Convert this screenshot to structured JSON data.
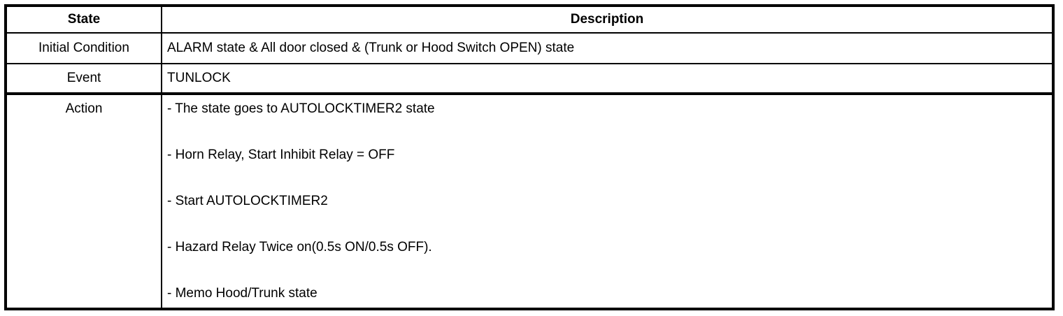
{
  "page": {
    "background": "#ffffff"
  },
  "table": {
    "colors": {
      "border": "#000000",
      "text": "#000000",
      "background": "#ffffff"
    },
    "columns": {
      "state_header": "State",
      "description_header": "Description"
    },
    "rows": [
      {
        "label": "Initial Condition",
        "description": "ALARM state & All door closed & (Trunk or Hood Switch OPEN) state"
      },
      {
        "label": "Event",
        "description": "TUNLOCK"
      },
      {
        "label": "Action",
        "items": [
          "- The state goes to AUTOLOCKTIMER2 state",
          "- Horn Relay, Start Inhibit Relay = OFF",
          "- Start AUTOLOCKTIMER2",
          "- Hazard Relay Twice on(0.5s ON/0.5s OFF).",
          "- Memo Hood/Trunk state"
        ]
      }
    ]
  }
}
